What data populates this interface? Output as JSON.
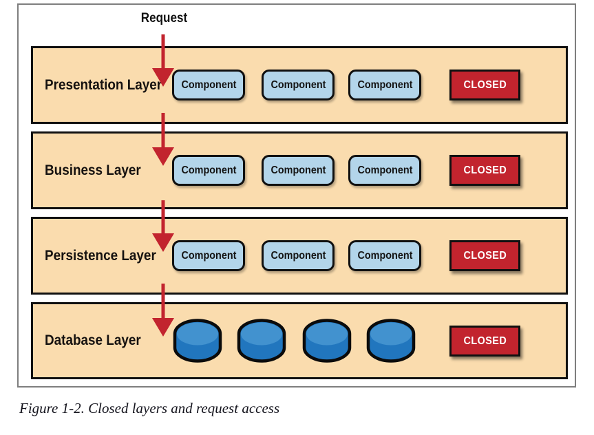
{
  "figure": {
    "request_label": "Request",
    "component_label": "Component",
    "closed_label": "CLOSED",
    "caption": "Figure 1-2. Closed layers and request access",
    "layers": [
      {
        "name": "Presentation Layer",
        "type": "components",
        "component_count": 3,
        "access": "CLOSED"
      },
      {
        "name": "Business Layer",
        "type": "components",
        "component_count": 3,
        "access": "CLOSED"
      },
      {
        "name": "Persistence Layer",
        "type": "components",
        "component_count": 3,
        "access": "CLOSED"
      },
      {
        "name": "Database Layer",
        "type": "databases",
        "database_count": 4,
        "access": "CLOSED"
      }
    ],
    "colors": {
      "layer_fill": "#FADCAE",
      "layer_border": "#111111",
      "component_fill": "#B3D5EA",
      "closed_red": "#C2242E",
      "arrow_red": "#C2242E",
      "cylinder_body": "#2176BE",
      "cylinder_top": "#4292CF",
      "figure_border_gray": "#7E7E7E"
    }
  }
}
